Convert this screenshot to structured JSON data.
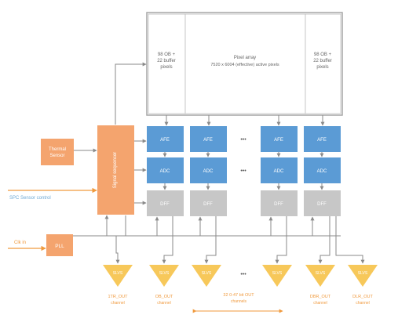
{
  "pixel_array": {
    "left_ob": [
      "98 OB +",
      "22 buffer",
      "pixels"
    ],
    "center": [
      "Pixel array",
      "7520 x 6004 (effective) active pixels"
    ],
    "right_ob": [
      "98 OB +",
      "22 buffer",
      "pixels"
    ]
  },
  "thermal_sensor": [
    "Thermal",
    "Sensor"
  ],
  "signal_sequencer": "Signal sequencer",
  "spi_label": "SPC Sensor control",
  "clk_label": "Clk in",
  "pll_label": "PLL",
  "afe_label": "AFE",
  "adc_label": "ADC",
  "dff_label": "DFF",
  "ellipsis": "•••",
  "outputs": {
    "tri_label": "SLVS",
    "channels": [
      [
        "1TR_OUT",
        "channel"
      ],
      [
        "OB_OUT",
        "channel"
      ],
      [
        "",
        ""
      ],
      [
        "",
        ""
      ],
      [
        "DBR_OUT",
        "channel"
      ],
      [
        "DLR_OUT",
        "channel"
      ]
    ],
    "range_label": [
      "32 0-47 bit OUT",
      "channels"
    ]
  },
  "colors": {
    "orange": "#f4a46e",
    "blue": "#5b9bd5",
    "gray": "#c7c7c7",
    "yellow": "#f7c85a",
    "text_orange": "#f09a3e",
    "text_blue": "#6faad6",
    "arrow": "#8a8a8a",
    "border": "#a6a6a6"
  }
}
